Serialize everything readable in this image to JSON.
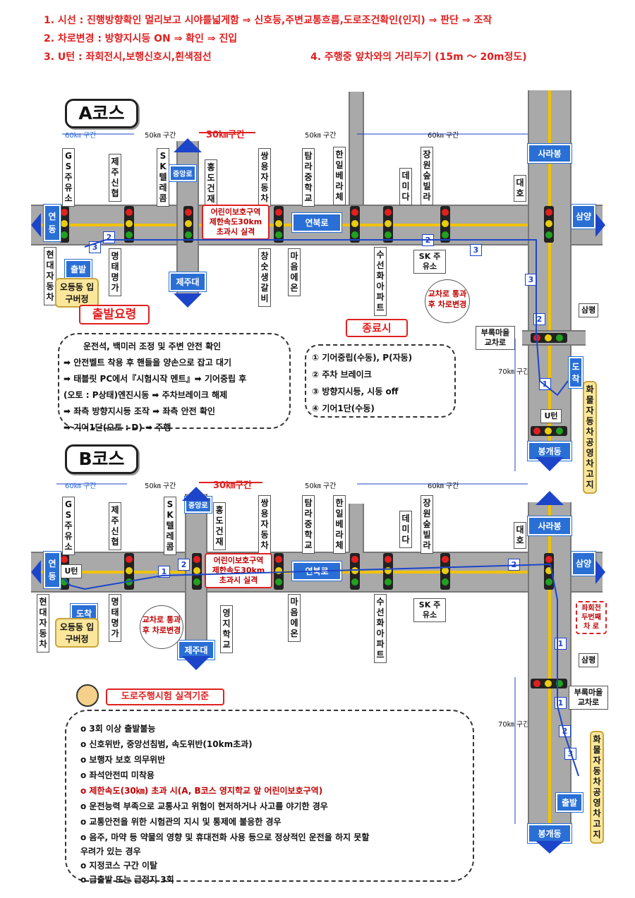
{
  "header": {
    "line1": "1. 시선 : 진행방향확인 멀리보고 시야를넓게함 ⇒ 신호등,주변교통흐름,도로조건확인(인지) ⇒ 판단 ⇒ 조작",
    "line2": "2. 차로변경 : 방향지시등 ON ⇒ 확인 ⇒ 진입",
    "line3": "3. U턴 : 좌회전시,보행신호시,흰색점선",
    "line4": "4. 주행중 앞차와의 거리두기 (15m ～ 20m정도)"
  },
  "courseA": {
    "title": "A코스",
    "speed": {
      "s60": "60㎞ 구간",
      "s50a": "50㎞ 구간",
      "s30": "30㎞구간",
      "s50b": "50㎞ 구간",
      "s60b": "60㎞ 구간",
      "s70": "70㎞ 구간"
    },
    "labels_top": [
      "GS주유소",
      "제주신협",
      "SK텔레콤",
      "홍도건재",
      "쌍용자동차",
      "탐라중학교",
      "한일베라체",
      "데미다",
      "장원숲빌라",
      "대호"
    ],
    "labels_bottom": [
      "현대자동차",
      "명태명가",
      "창숫생갈비",
      "마음에온",
      "수선화아파트"
    ],
    "blue": {
      "west": "연동",
      "east": "삼양",
      "north": "사라봉",
      "south": "봉개동",
      "jejudae": "제주대",
      "joongang": "중앙로",
      "yeonbuk": "연북로"
    },
    "sk_station": "SK 주유소",
    "samp": "삼평",
    "bureok": "부록마을 교차로",
    "hwamul": "화물자동차공영차고지",
    "start": "출발",
    "odeung": "오등동 입구버정",
    "arrive": "도착",
    "uturn": "U턴",
    "zone_title": "어린이보호구역",
    "zone_line2": "제한속도30km",
    "zone_line3": "초과시 실격",
    "cloud": "교차로 통과후 차로변경",
    "start_title": "출발요령",
    "end_title": "종료시",
    "start_steps": [
      "운전석, 백미러 조정 및 주변 안전 확인",
      "➡ 안전벨트 착용 후 핸들을 양손으로 잡고 대기",
      "➡ 태블릿 PC에서『시험시작 멘트』➡ 기어중립 후",
      "(오토 : P상태)엔진시동 ➡ 주차브레이크 해제",
      "➡ 좌측 방향지시등 조작 ➡ 좌측 안전 확인",
      "➡ 기어1단(오토 : D) ➡ 주행"
    ],
    "end_steps": [
      "① 기어중립(수동), P(자동)",
      "② 주차 브레이크",
      "③ 방향지시등, 시동 off",
      "④ 기어1단(수동)"
    ]
  },
  "courseB": {
    "title": "B코스",
    "speed": {
      "s60": "60㎞ 구간",
      "s50a": "50㎞ 구간",
      "s30": "30㎞구간",
      "s50b": "50㎞ 구간",
      "s60b": "60㎞ 구간",
      "s70": "70㎞ 구간"
    },
    "labels_top": [
      "GS주유소",
      "제주신협",
      "SK텔레콤",
      "홍도건재",
      "쌍용자동차",
      "탐라중학교",
      "한일베라체",
      "데미다",
      "장원숲빌라",
      "대호"
    ],
    "labels_bottom": [
      "현대자동차",
      "명태명가",
      "영지학교",
      "마음에온",
      "수선화아파트"
    ],
    "blue": {
      "west": "연동",
      "east": "삼양",
      "north": "사라봉",
      "south": "봉개동",
      "jejudae": "제주대",
      "joongang": "중앙로",
      "yeonbuk": "연북로"
    },
    "sk_station": "SK 주유소",
    "samp": "삼평",
    "bureok": "부록마을 교차로",
    "hwamul": "화물자동차공영차고지",
    "start": "출발",
    "odeung": "오등동 입구버정",
    "arrive": "도착",
    "uturn": "U턴",
    "zone_title": "어린이보호구역",
    "zone_line2": "제한속도30km",
    "zone_line3": "초과시 실격",
    "cloud": "교차로 통과후 차로변경",
    "left_turn": "좌회전 두번째 차 로"
  },
  "fail": {
    "title": "도로주행시험 실격기준",
    "items": [
      "o 3회 이상 출발불능",
      "o 신호위반, 중앙선침범, 속도위반(10km초과)",
      "o 보행자 보호 의무위반",
      "o 좌석안전띠 미착용",
      "o 제한속도(30㎞) 초과 시(A, B코스 영지학교 앞 어린이보호구역)",
      "o 운전능력 부족으로 교통사고 위험이 현저하거나 사고를 야기한 경우",
      "o 교통안전을 위한 시험관의 지시 및 통제에 불응한 경우",
      "o 음주, 마약 등 약물의 영향 및 휴대전화 사용 등으로 정상적인 운전을 하지 못할",
      "   우려가 있는 경우",
      "o 지정코스 구간 이탈",
      "o 급출발 또는 급정지 3회"
    ]
  },
  "colors": {
    "red": "#e02020",
    "blue": "#2a6fd6",
    "road": "#a9a9a9",
    "yellow": "#f2c200"
  }
}
